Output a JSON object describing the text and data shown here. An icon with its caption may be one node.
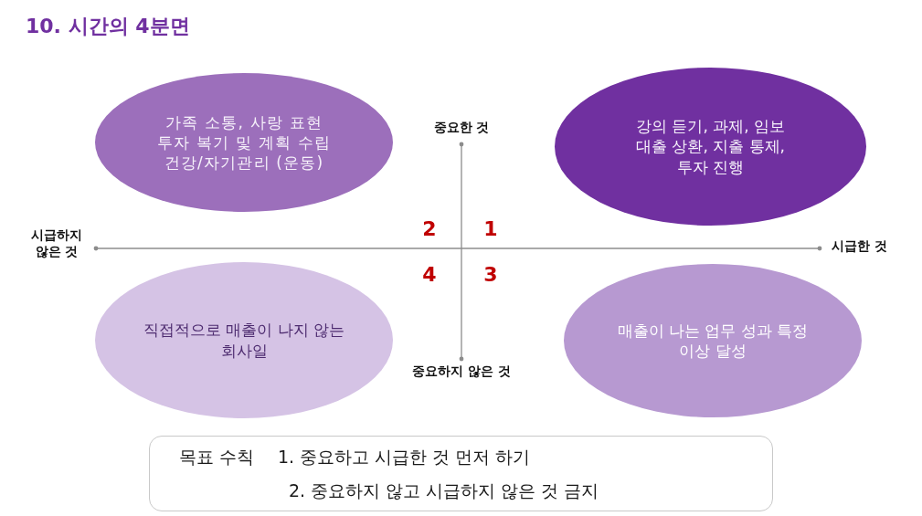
{
  "diagram": {
    "title": "10. 시간의 4분면",
    "nodes": [
      {
        "text": [
          "가족 소통, 사랑 표현",
          "투자 복기 및 계획 수립",
          "건강/자기관리 (운동)"
        ]
      },
      {
        "text": [
          "강의 듣기, 과제, 임보 대출 상환, 지출 통제, 투자 진행"
        ]
      },
      {
        "text": [
          "직접적으로 매출이 나지 않는 회사일"
        ]
      },
      {
        "text": [
          "매출이 나는 업무 성과 특정 이상 달성"
        ]
      },
      {
        "text": [
          "목표 수칙",
          "1. 중요하고 시급한 것 먼저 하기",
          "2. 중요하지 않고 시급하지 않은 것 금지"
        ]
      }
    ],
    "labels": [
      "중요한 것",
      "시급하지 않은 것",
      "2",
      "1",
      "시급한 것",
      "4",
      "3",
      "중요하지 않은 것"
    ]
  }
}
